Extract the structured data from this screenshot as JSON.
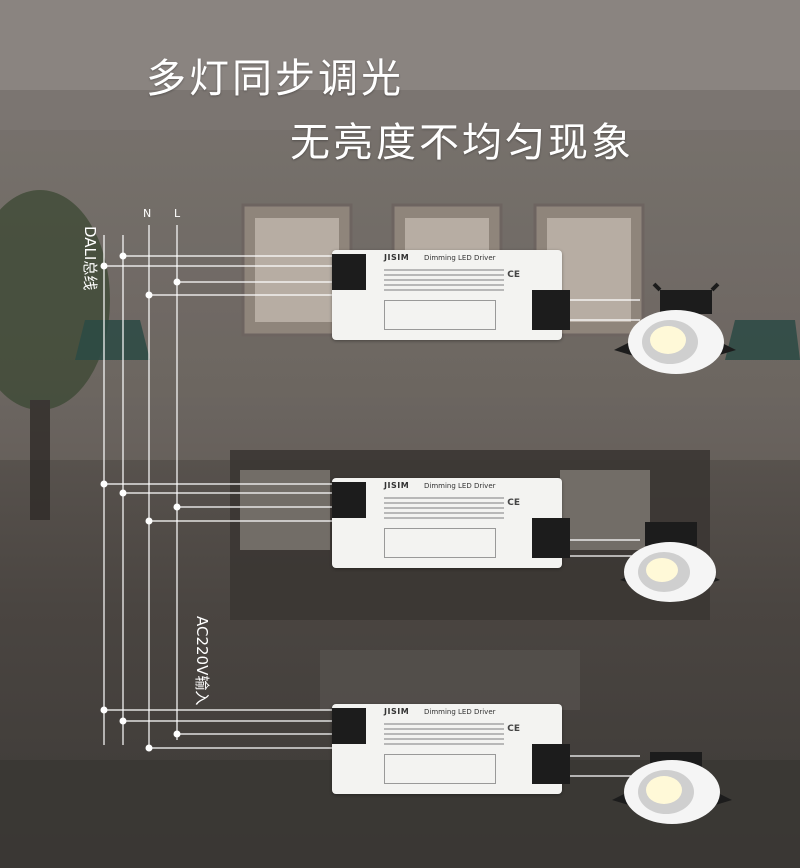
{
  "headline": {
    "line1": "多灯同步调光",
    "line2": "无亮度不均匀现象"
  },
  "wires": {
    "n_label": "N",
    "l_label": "L",
    "dali_label": "DALI总线",
    "ac_label": "AC220V输入"
  },
  "driver": {
    "brand": "JISIM",
    "title": "Dimming LED Driver",
    "count": 3
  },
  "colors": {
    "wire": "#ffffff",
    "driver_body": "#f3f3f1",
    "driver_cap": "#1c1c1c",
    "lamp_body": "#f5f5f5"
  }
}
